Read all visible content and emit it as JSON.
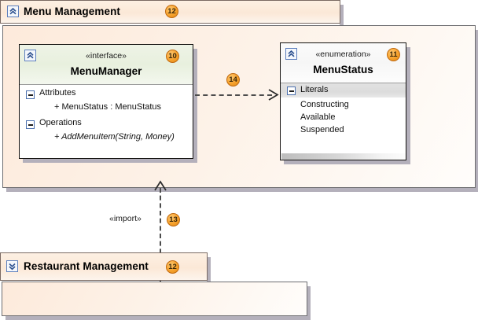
{
  "diagram": {
    "type": "uml-package-diagram",
    "packages": [
      {
        "name": "Menu Management",
        "badge": "12",
        "icon": "chevron-up-icon",
        "state": "expanded"
      },
      {
        "name": "Restaurant Management",
        "badge": "12",
        "icon": "chevron-down-icon",
        "state": "collapsed"
      }
    ],
    "classifiers": [
      {
        "stereotype": "«interface»",
        "name": "MenuManager",
        "badge": "10",
        "icon": "chevron-up-icon",
        "compartments": [
          {
            "label": "Attributes",
            "expander": "minus-icon",
            "members": [
              {
                "text": "+ MenuStatus : MenuStatus",
                "italic": false
              }
            ]
          },
          {
            "label": "Operations",
            "expander": "minus-icon",
            "members": [
              {
                "text": "+ AddMenuItem(String, Money)",
                "italic": true
              }
            ]
          }
        ]
      },
      {
        "stereotype": "«enumeration»",
        "name": "MenuStatus",
        "badge": "11",
        "icon": "chevron-up-icon",
        "compartments": [
          {
            "label": "Literals",
            "expander": "minus-icon",
            "members": [
              {
                "text": "Constructing",
                "italic": false
              },
              {
                "text": "Available",
                "italic": false
              },
              {
                "text": "Suspended",
                "italic": false
              }
            ]
          }
        ]
      }
    ],
    "connectors": [
      {
        "kind": "dependency",
        "label": "",
        "badge": "14",
        "direction": "right",
        "style": "dashed-open-arrow"
      },
      {
        "kind": "import",
        "label": "«import»",
        "badge": "13",
        "direction": "up",
        "style": "dashed-open-arrow"
      }
    ],
    "colors": {
      "package_fill": "#fdeedf",
      "badge_fill": "#f6a12c",
      "interface_header": "#eaf1e0",
      "shadow": "#b4b0bb",
      "line": "#4c4c4c"
    }
  }
}
